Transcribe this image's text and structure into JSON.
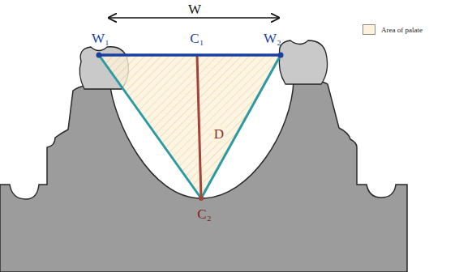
{
  "diagram": {
    "labels": [
      "W",
      "W₁",
      "C₁",
      "W₂",
      "D",
      "C₂"
    ],
    "legend": [
      {
        "text": "Area of palate",
        "color": "#fdf3dc"
      }
    ]
  }
}
